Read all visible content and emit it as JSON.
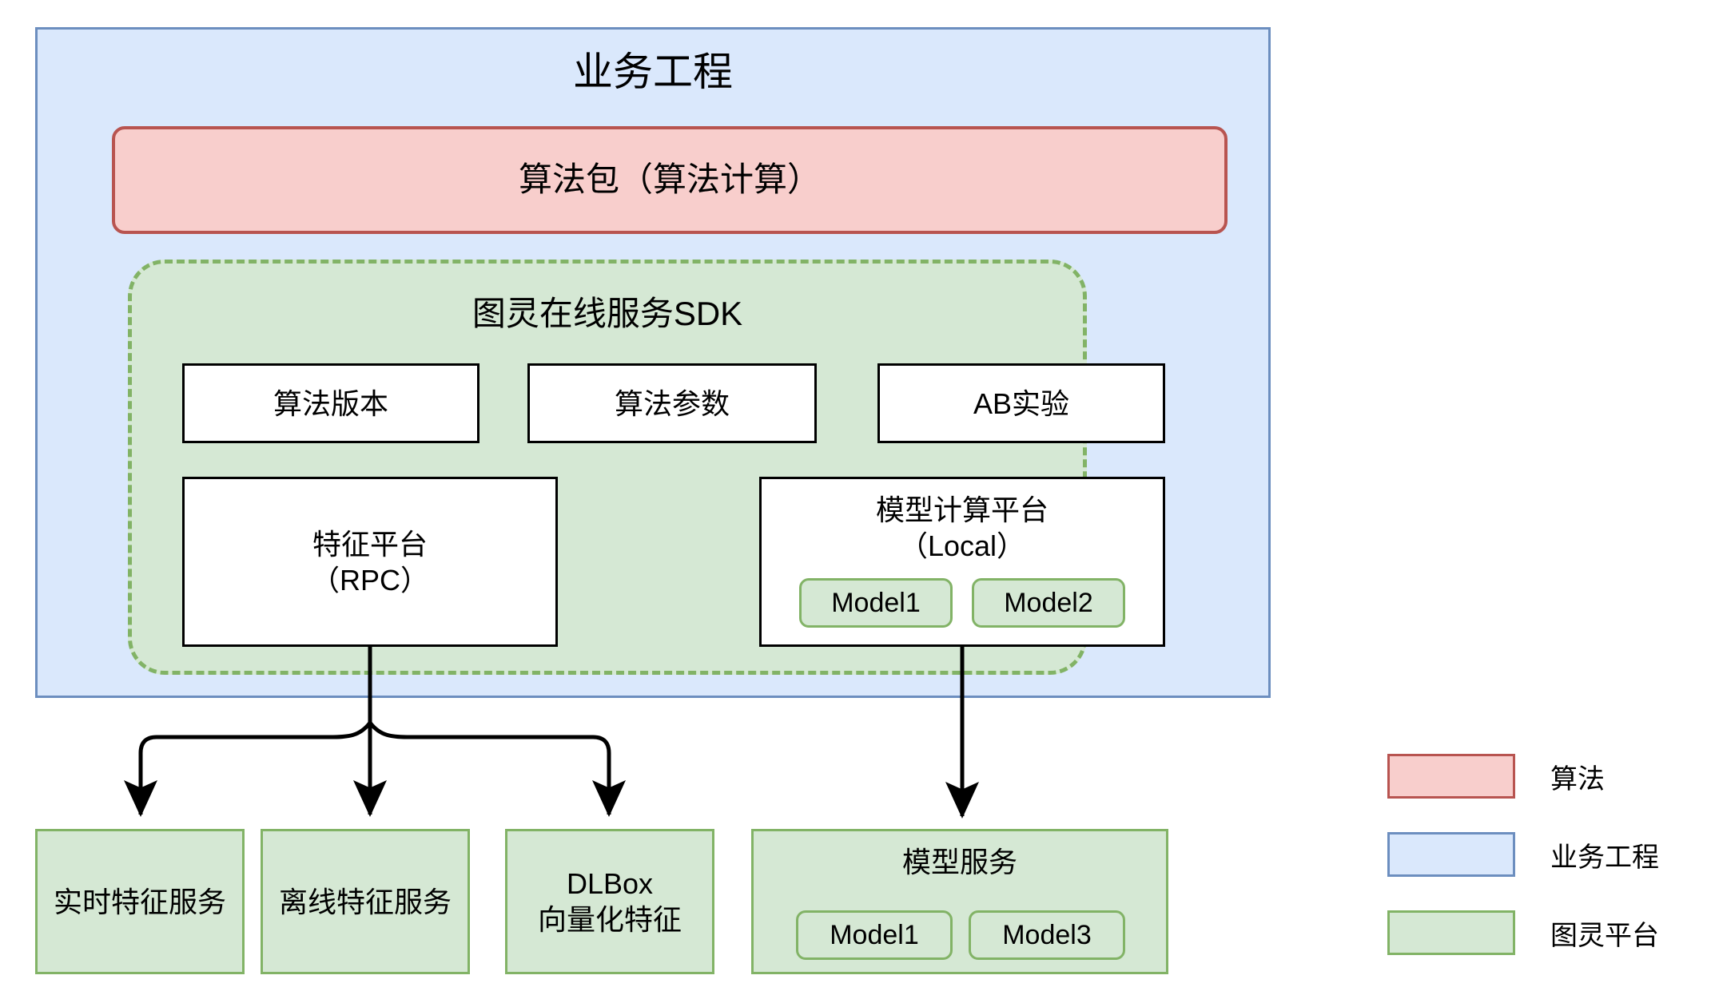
{
  "diagram": {
    "business_container": {
      "title": "业务工程"
    },
    "algo_package": {
      "label": "算法包（算法计算）"
    },
    "sdk": {
      "title": "图灵在线服务SDK",
      "capability_boxes": [
        {
          "label": "算法版本"
        },
        {
          "label": "算法参数"
        },
        {
          "label": "AB实验"
        }
      ],
      "feature_platform": {
        "line1": "特征平台",
        "line2": "（RPC）"
      },
      "model_compute_platform": {
        "line1": "模型计算平台",
        "line2": "（Local）",
        "models": [
          {
            "label": "Model1"
          },
          {
            "label": "Model2"
          }
        ]
      }
    },
    "downstream_services": [
      {
        "label": "实时特征服务"
      },
      {
        "label": "离线特征服务"
      },
      {
        "label": "DLBox\n向量化特征"
      }
    ],
    "model_service": {
      "title": "模型服务",
      "models": [
        {
          "label": "Model1"
        },
        {
          "label": "Model3"
        }
      ]
    }
  },
  "legend": {
    "items": [
      {
        "label": "算法",
        "fill": "#f8cecc",
        "stroke": "#b85450"
      },
      {
        "label": "业务工程",
        "fill": "#dae8fc",
        "stroke": "#6c8ebf"
      },
      {
        "label": "图灵平台",
        "fill": "#d5e8d4",
        "stroke": "#82b366"
      }
    ]
  },
  "colors": {
    "algo_fill": "#f8cecc",
    "algo_stroke": "#b85450",
    "business_fill": "#dae8fc",
    "business_stroke": "#6c8ebf",
    "platform_fill": "#d5e8d4",
    "platform_stroke": "#82b366",
    "box_stroke": "#000000",
    "canvas_bg": "#ffffff"
  }
}
